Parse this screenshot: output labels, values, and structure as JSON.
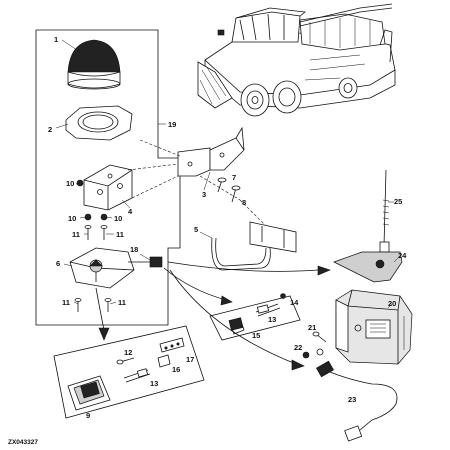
{
  "figure_id": "ZX043327",
  "callouts": {
    "c1": "1",
    "c2": "2",
    "c3": "3",
    "c4": "4",
    "c5": "5",
    "c6": "6",
    "c7": "7",
    "c8": "8",
    "c9": "9",
    "c10a": "10",
    "c10b": "10",
    "c10c": "10",
    "c11a": "11",
    "c11b": "11",
    "c11c": "11",
    "c11d": "11",
    "c12": "12",
    "c13a": "13",
    "c13b": "13",
    "c14": "14",
    "c15": "15",
    "c16": "16",
    "c17": "17",
    "c18": "18",
    "c19": "19",
    "c20": "20",
    "c21": "21",
    "c22": "22",
    "c23": "23",
    "c24": "24",
    "c25": "25"
  }
}
